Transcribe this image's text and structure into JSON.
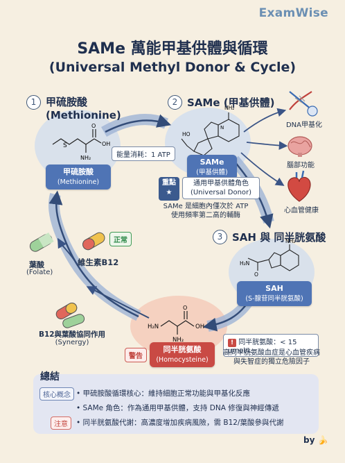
{
  "brand": "ExamWise",
  "title": "SAMe 萬能甲基供體與循環",
  "subtitle": "(Universal Methyl Donor & Cycle)",
  "steps": {
    "met": {
      "num": "1",
      "title_cn": "甲硫胺酸",
      "title_en": "(Methionine)",
      "pill_cn": "甲硫胺酸",
      "pill_en": "(Methionine)"
    },
    "same": {
      "num": "2",
      "title": "SAMe (甲基供體)",
      "pill_cn": "SAMe",
      "pill_en": "(甲基供體)"
    },
    "sah": {
      "num": "3",
      "title": "SAH 與 同半胱氨酸",
      "pill_cn": "SAH",
      "pill_en": "(S-腺苷同半胱氨酸)"
    }
  },
  "energy_label": "能量消耗：1 ATP",
  "key_badge": "重點",
  "key_star": "★",
  "universal_donor": "通用甲基供體角色",
  "universal_donor_en": "(Universal Donor)",
  "same_note_1": "SAMe 是細胞內僅次於 ATP",
  "same_note_2": "使用頻率第二高的輔酶",
  "targets": [
    "DNA甲基化",
    "腦部功能",
    "心血管健康"
  ],
  "icons": [
    "dna-icon",
    "brain-icon",
    "heart-icon",
    "pill-icon"
  ],
  "cofactors": {
    "folate_cn": "葉酸",
    "folate_en": "(Folate)",
    "b12": "維生素B12",
    "normal_tag": "正常",
    "synergy_cn": "B12與葉酸協同作用",
    "synergy_en": "(Synergy)"
  },
  "homocysteine": {
    "pill_cn": "同半胱氨酸",
    "pill_en": "(Homocysteine)",
    "warn_tag": "警告"
  },
  "hcy_box": "同半胱氨酸：< 15 μmol/L",
  "hcy_warning_icon": "!",
  "hcy_note_1": "高同半胱氨酸血症是心血管疾病",
  "hcy_note_2": "與失智症的獨立危險因子",
  "molecule_labels": {
    "oh": "OH",
    "o": "O",
    "nh2": "NH₂",
    "s": "S",
    "n": "N",
    "ho": "HO",
    "h2n": "H₂N"
  },
  "summary": {
    "title": "總結",
    "chip_core": "核心概念",
    "chip_note": "注意",
    "line1": "• 甲硫胺酸循環核心：維持細胞正常功能與甲基化反應",
    "line2": "• SAMe 角色：作為通用甲基供體，支持 DNA 修復與神經傳遞",
    "line3": "• 同半胱氨酸代謝：高濃度增加疾病風險，需 B12/葉酸參與代謝"
  },
  "footer_by": "by",
  "footer_emoji": "🍌",
  "colors": {
    "accent_blue": "#4f74b5",
    "accent_red": "#c94a44",
    "navy": "#1f2f4e",
    "background": "#f6efe1"
  }
}
